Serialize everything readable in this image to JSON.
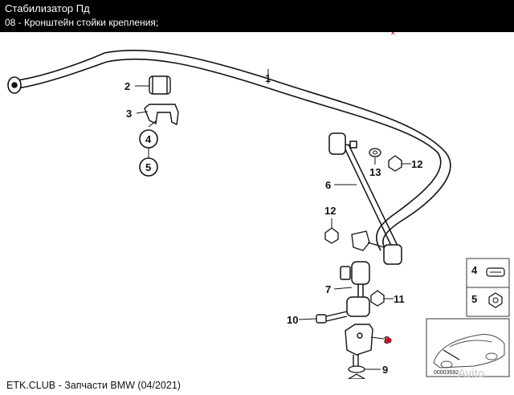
{
  "header": {
    "title": "Стабилизатор Пд",
    "subtitle": "08 - Кронштейн стойки крепления;"
  },
  "footer": {
    "text": "ETK.CLUB - Запчасти BMW (04/2021)"
  },
  "diagram": {
    "labels": [
      "1",
      "2",
      "3",
      "4",
      "5",
      "6",
      "12",
      "13",
      "12",
      "7",
      "11",
      "10",
      "8",
      "9",
      "12"
    ],
    "legend_4": "4",
    "legend_5": "5",
    "image_number": "00003592",
    "watermark": "Avito"
  },
  "colors": {
    "header_bg": "#000000",
    "header_text": "#ffffff",
    "marker": "#d0021b"
  }
}
